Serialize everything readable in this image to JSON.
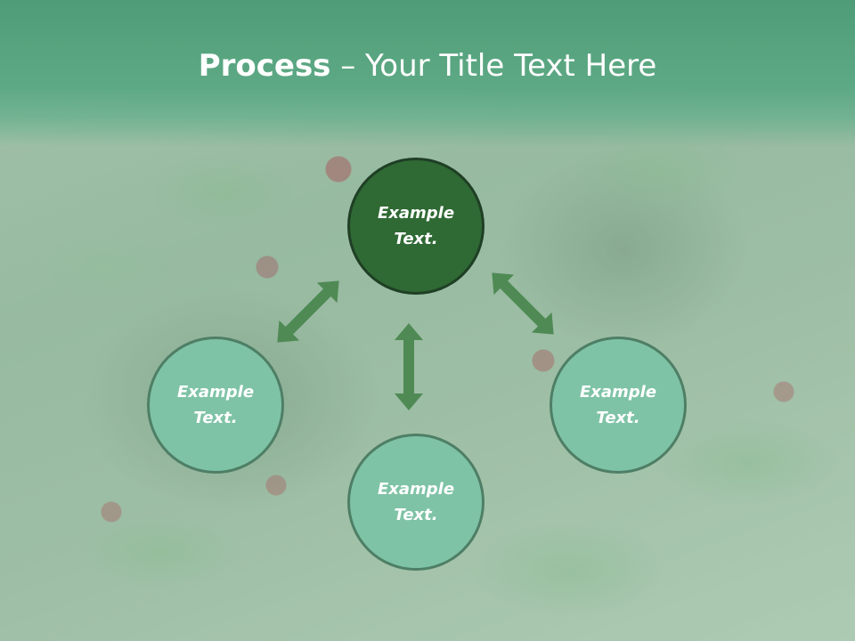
{
  "header": {
    "title_bold": "Process",
    "title_rest": " – Your Title Text Here"
  },
  "diagram": {
    "center": {
      "label": "Example\nText."
    },
    "left": {
      "label": "Example\nText."
    },
    "bottom": {
      "label": "Example\nText."
    },
    "right": {
      "label": "Example\nText."
    }
  },
  "colors": {
    "header_green": "#5ea985",
    "center_node": "#2f6934",
    "outer_node": "#7fc3a6",
    "arrow": "#4f8a55"
  }
}
